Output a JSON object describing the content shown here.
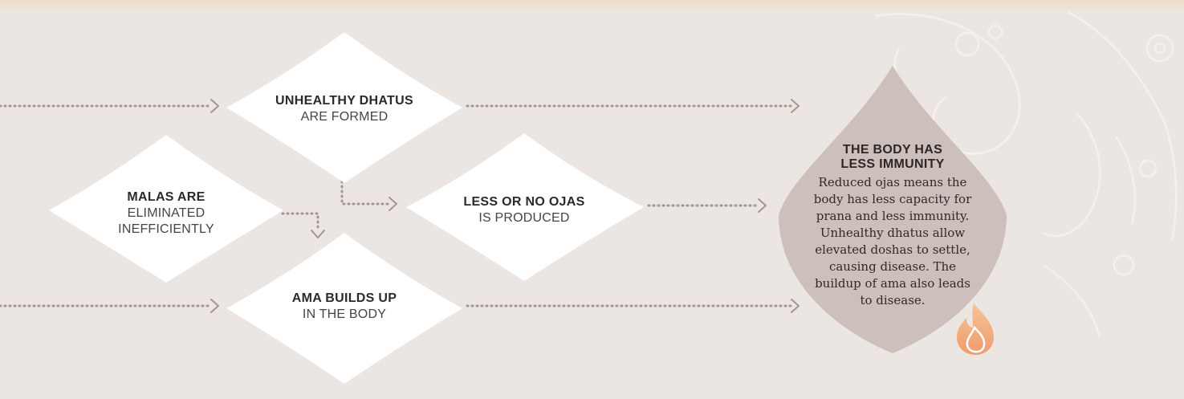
{
  "nodes": {
    "unhealthy_dhatus": {
      "heading": "UNHEALTHY DHATUS",
      "subtext": "ARE FORMED"
    },
    "malas": {
      "heading": "MALAS ARE",
      "subtext_line1": "ELIMINATED",
      "subtext_line2": "INEFFICIENTLY"
    },
    "ojas": {
      "heading": "LESS OR NO OJAS",
      "subtext": "IS PRODUCED"
    },
    "ama": {
      "heading": "AMA BUILDS UP",
      "subtext": "IN THE BODY"
    },
    "result": {
      "heading_line1": "THE BODY HAS",
      "heading_line2": "LESS IMMUNITY",
      "body": "Reduced ojas means the body has less capacity for prana and less immunity. Unhealthy dhatus allow elevated doshas to settle, causing disease. The buildup of ama also leads to disease."
    }
  },
  "colors": {
    "background": "#ece6e3",
    "leaf_fill": "#ffffff",
    "result_fill": "#cdc0bc",
    "arrow_dots": "#a49590",
    "flame": "#f0a878"
  },
  "icons": [
    "flame-icon",
    "paisley-ornament"
  ]
}
